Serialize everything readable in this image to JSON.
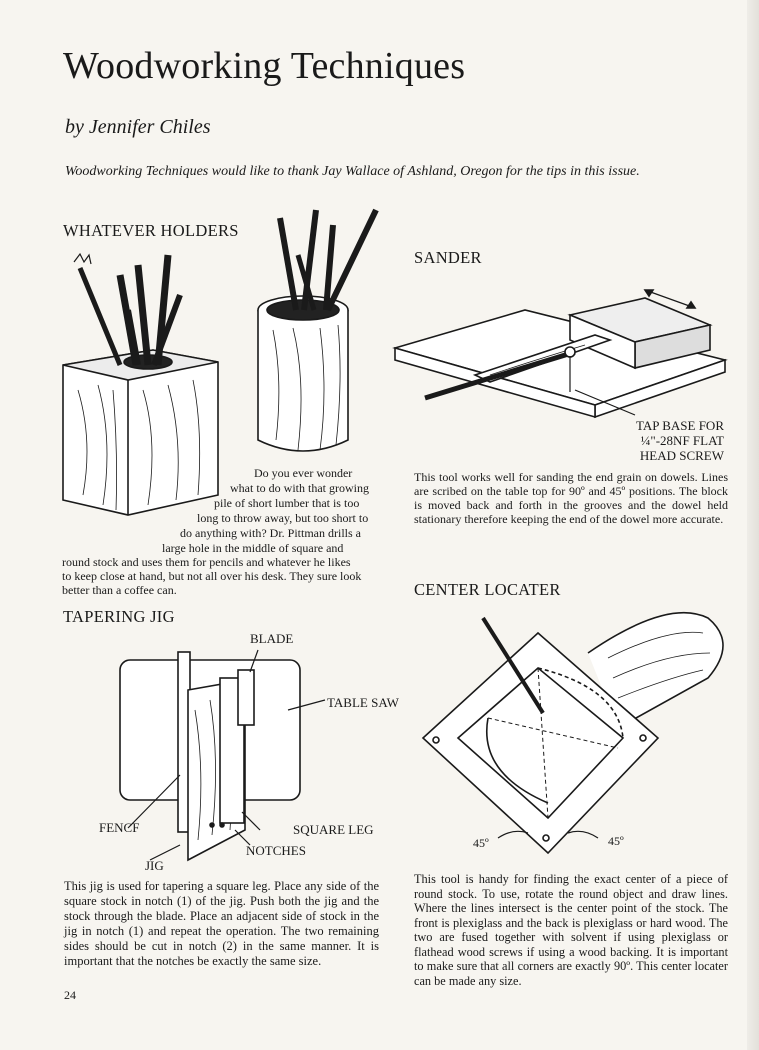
{
  "article": {
    "title": "Woodworking Techniques",
    "byline": "by Jennifer Chiles",
    "thanks": "Woodworking Techniques would like to thank Jay Wallace of Ashland, Oregon for the tips in this issue."
  },
  "sections": {
    "holders": {
      "heading": "WHATEVER HOLDERS",
      "lines": [
        "Do you ever wonder",
        "what to do with that growing",
        "pile of short lumber that is too",
        "long to throw away, but too short to",
        "do anything with? Dr. Pittman drills a",
        "large hole in the middle of square and",
        "round stock and uses them for pencils and whatever he likes",
        "to keep close at hand, but not all over his desk. They sure look",
        "better than a coffee can."
      ]
    },
    "sander": {
      "heading": "SANDER",
      "callout": [
        "TAP BASE FOR",
        "¼\"-28NF FLAT",
        "HEAD SCREW"
      ],
      "text": "This tool works well for sanding the end grain on dowels. Lines are scribed on the table top for 90º and 45º positions. The block is moved back and forth in the grooves and the dowel held stationary therefore keeping the end of the dowel more accurate."
    },
    "tapering": {
      "heading": "TAPERING JIG",
      "labels": {
        "blade": "BLADE",
        "table_saw": "TABLE SAW",
        "fence": "FENCF",
        "square_leg": "SQUARE LEG",
        "notches": "NOTCHES",
        "jig": "JIG"
      },
      "text": "This jig is used for tapering a square leg. Place any side of the square stock in notch (1) of the jig. Push both the jig and the stock through the blade. Place an adjacent side of stock in the jig in notch (1) and repeat the operation. The two remaining sides should be cut in notch (2) in the same manner. It is important that the notches be exactly the same size."
    },
    "center": {
      "heading": "CENTER LOCATER",
      "angle_left": "45º",
      "angle_right": "45º",
      "text": "This tool is handy for finding the exact center of a piece of round stock. To use, rotate the round object and draw lines. Where the lines intersect is the center point of the stock. The front is plexiglass and the back is plexiglass or hard wood. The two are fused together with solvent if using plexiglass or flathead wood screws if using a wood backing. It is important to make sure that all corners are exactly 90º. This center locater can be made any size."
    }
  },
  "page_number": "24"
}
